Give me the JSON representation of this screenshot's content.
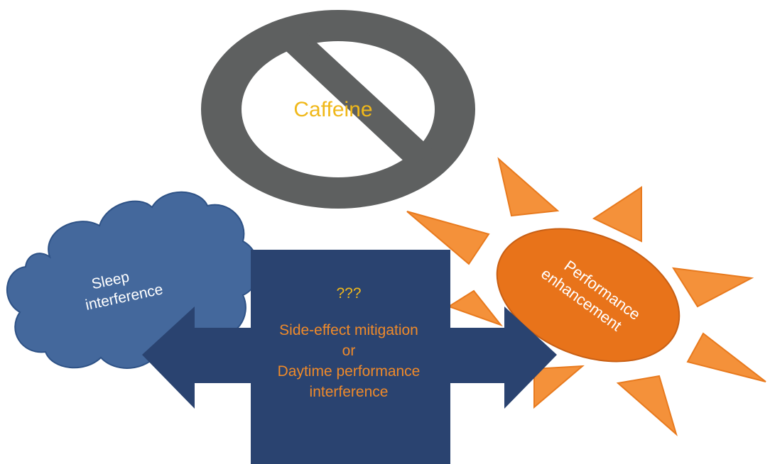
{
  "caffeine": {
    "label": "Caffeine"
  },
  "sleep": {
    "line1": "Sleep",
    "line2": "interference"
  },
  "performance": {
    "line1": "Performance",
    "line2": "enhancement"
  },
  "center": {
    "question": "???",
    "line1": "Side-effect mitigation",
    "line2": "or",
    "line3": "Daytime performance",
    "line4": "interference"
  },
  "colors": {
    "no_sign": "#5e6060",
    "cloud": "#44689c",
    "cloud_edge": "#2b4e80",
    "arrow": "#2a4370",
    "sun_rays": "#f4913a",
    "sun_body": "#e8731a",
    "caffeine_text": "#f0b81a",
    "question_text": "#f0b81a",
    "center_text": "#ef8a2a",
    "white_text": "#ffffff"
  }
}
